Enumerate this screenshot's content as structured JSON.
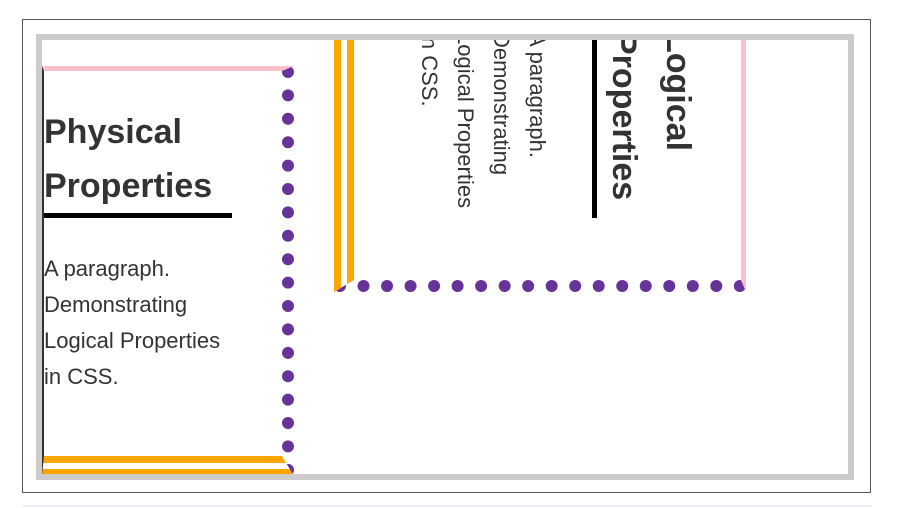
{
  "physical": {
    "heading": "Physical Properties",
    "paragraph": "A paragraph. Demonstrating Logical Properties in CSS."
  },
  "logical": {
    "heading": "Logical Properties",
    "paragraph": "A paragraph. Demonstrating Logical Properties in CSS."
  },
  "colors": {
    "pink": "#ffc0cb",
    "rebeccapurple": "#663399",
    "orange": "#ffa500",
    "gray": "#cccccc",
    "text": "#333333"
  }
}
